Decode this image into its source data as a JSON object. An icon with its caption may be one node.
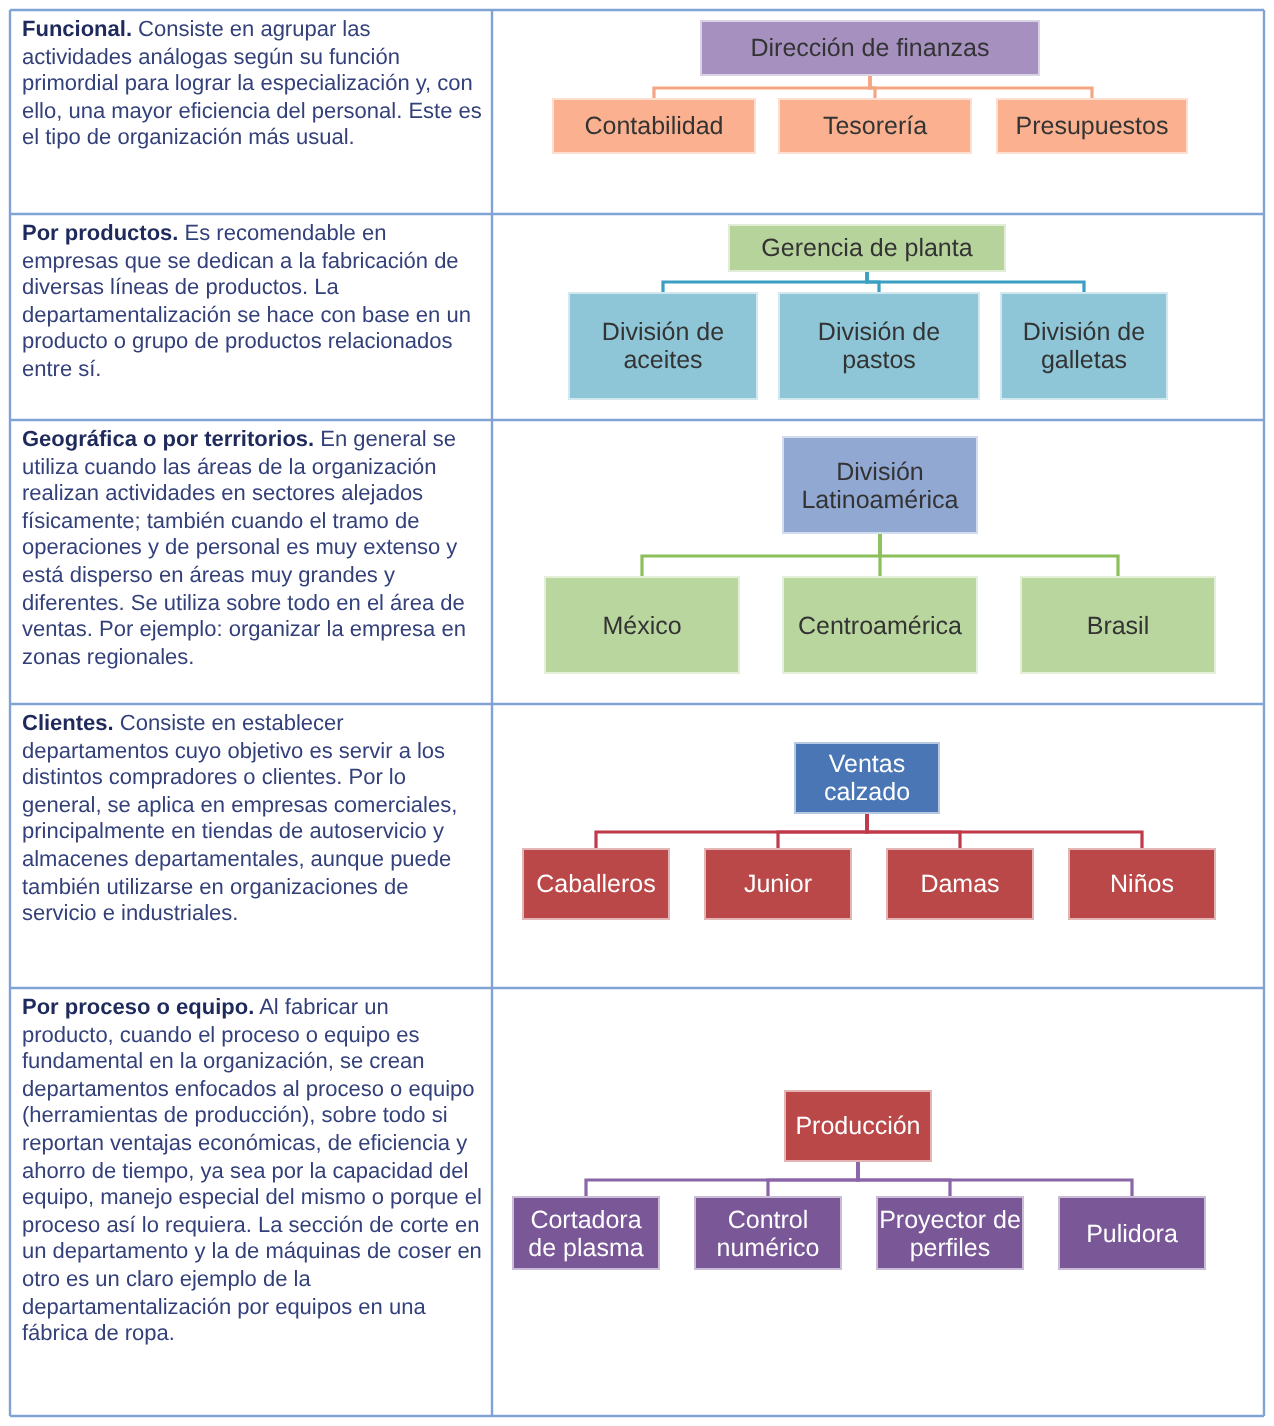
{
  "diagram": {
    "nodes": [
      {
        "text": [
          "Dirección de finanzas"
        ]
      },
      {
        "text": [
          "Contabilidad"
        ]
      },
      {
        "text": [
          "Tesorería"
        ]
      },
      {
        "text": [
          "Presupuestos"
        ]
      },
      {
        "text": [
          "Gerencia de planta"
        ]
      },
      {
        "text": [
          "División de aceites"
        ]
      },
      {
        "text": [
          "División de pastos"
        ]
      },
      {
        "text": [
          "División de galletas"
        ]
      },
      {
        "text": [
          "División Latinoamérica"
        ]
      },
      {
        "text": [
          "México"
        ]
      },
      {
        "text": [
          "Centroamérica"
        ]
      },
      {
        "text": [
          "Brasil"
        ]
      },
      {
        "text": [
          "Ventas calzado"
        ]
      },
      {
        "text": [
          "Caballeros"
        ]
      },
      {
        "text": [
          "Junior"
        ]
      },
      {
        "text": [
          "Damas"
        ]
      },
      {
        "text": [
          "Niños"
        ]
      },
      {
        "text": [
          "Producción"
        ]
      },
      {
        "text": [
          "Cortadora de plasma"
        ]
      },
      {
        "text": [
          "Control numérico"
        ]
      },
      {
        "text": [
          "Proyector de perfiles"
        ]
      },
      {
        "text": [
          "Pulidora"
        ]
      }
    ],
    "edges": [
      {
        "from": 0,
        "to": 1,
        "arrow": "none",
        "color": "#f4a582"
      },
      {
        "from": 0,
        "to": 2,
        "arrow": "none",
        "color": "#f4a582"
      },
      {
        "from": 0,
        "to": 3,
        "arrow": "none",
        "color": "#f4a582"
      },
      {
        "from": 4,
        "to": 5,
        "arrow": "none",
        "color": "#3a9fc0"
      },
      {
        "from": 4,
        "to": 6,
        "arrow": "none",
        "color": "#3a9fc0"
      },
      {
        "from": 4,
        "to": 7,
        "arrow": "none",
        "color": "#3a9fc0"
      },
      {
        "from": 8,
        "to": 9,
        "arrow": "none",
        "color": "#8cbf5a"
      },
      {
        "from": 8,
        "to": 10,
        "arrow": "none",
        "color": "#8cbf5a"
      },
      {
        "from": 8,
        "to": 11,
        "arrow": "none",
        "color": "#8cbf5a"
      },
      {
        "from": 12,
        "to": 13,
        "arrow": "none",
        "color": "#c0394b"
      },
      {
        "from": 12,
        "to": 14,
        "arrow": "none",
        "color": "#c0394b"
      },
      {
        "from": 12,
        "to": 15,
        "arrow": "none",
        "color": "#c0394b"
      },
      {
        "from": 12,
        "to": 16,
        "arrow": "none",
        "color": "#c0394b"
      },
      {
        "from": 17,
        "to": 18,
        "arrow": "none",
        "color": "#8a66a8"
      },
      {
        "from": 17,
        "to": 19,
        "arrow": "none",
        "color": "#8a66a8"
      },
      {
        "from": 17,
        "to": 20,
        "arrow": "none",
        "color": "#8a66a8"
      },
      {
        "from": 17,
        "to": 21,
        "arrow": "none",
        "color": "#8a66a8"
      }
    ],
    "labels": [
      "**Funcional.** Consiste en agrupar las actividades análogas según su función primordial para lograr la especialización y, con ello, una mayor eficiencia del personal. Este es el tipo de organización más usual.",
      "**Por productos.** Es recomendable en empresas que se dedican a la fabricación de diversas líneas de productos. La departamentalización se hace con base en un producto o grupo de productos relacionados entre sí.",
      "**Geográfica o por territorios.** En general se utiliza cuando las áreas de la organización realizan actividades en sectores alejados físicamente; también cuando el tramo de operaciones y de personal es muy extenso y está disperso en áreas muy grandes y diferentes. Se utiliza sobre todo en el área de ventas. Por ejemplo: organizar la empresa en zonas regionales.",
      "**Clientes.** Consiste en establecer departamentos cuyo objetivo es servir a los distintos compradores o clientes. Por lo general, se aplica en empresas comerciales, principalmente en tiendas de autoservicio y almacenes departamentales, aunque puede también utilizarse en organizaciones de servicio e industriales.",
      "**Por proceso o equipo.** Al fabricar un producto, cuando el proceso o equipo es fundamental en la organización, se crean departamentos enfocados al proceso o equipo (herramientas de producción), sobre todo si reportan ventajas económicas, de eficiencia y ahorro de tiempo, ya sea por la capacidad del equipo, manejo especial del mismo o porque el proceso así lo requiera. La sección de corte en un departamento y la de máquinas de coser en otro es un claro ejemplo de la departamentalización por equipos en una fábrica de ropa."
    ]
  }
}
